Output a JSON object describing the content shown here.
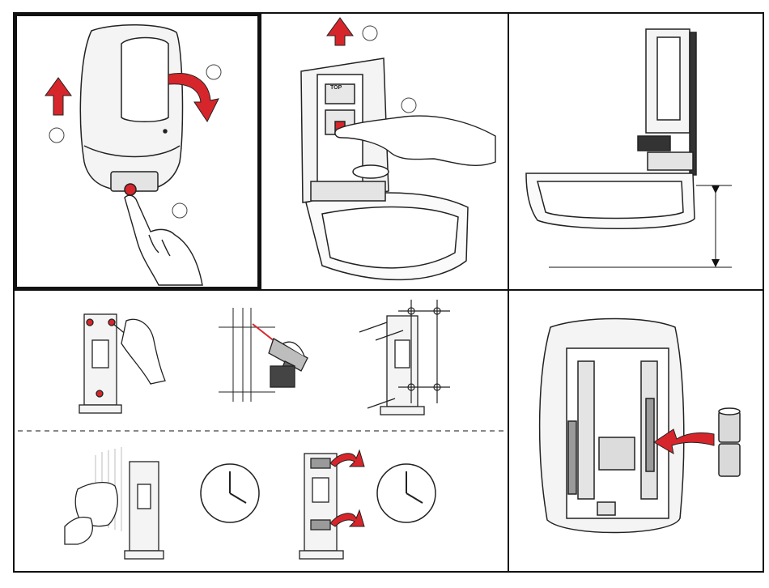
{
  "diagram": {
    "panels": [
      {
        "id": "open-cover",
        "step_badges": [
          "",
          "",
          ""
        ]
      },
      {
        "id": "remove-insert",
        "step_badges": [
          "",
          ""
        ]
      },
      {
        "id": "clearance",
        "step_badges": []
      },
      {
        "id": "wall-mount",
        "step_badges": []
      },
      {
        "id": "battery",
        "step_badges": []
      }
    ],
    "plate_label": "TOP",
    "colors": {
      "arrow_red": "#d7262b",
      "outline": "#222222",
      "shading": "#9a9a9a",
      "light_fill": "#f2f2f2",
      "frame": "#111111"
    },
    "icons": [
      "up-arrow-icon",
      "curved-arrow-icon",
      "pointing-hand-icon",
      "drill-icon",
      "screw-icon",
      "clock-icon",
      "battery-icon",
      "adhesive-strip-icon",
      "wipe-cloth-icon"
    ]
  }
}
